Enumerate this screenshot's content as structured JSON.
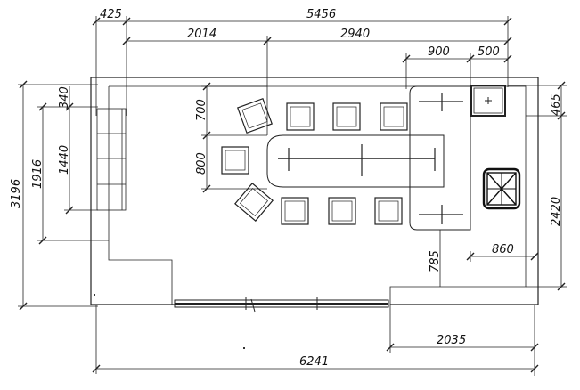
{
  "dimensions": {
    "top_425": "425",
    "top_5456": "5456",
    "top_2014": "2014",
    "top_2940": "2940",
    "top_900": "900",
    "top_500": "500",
    "left_340": "340",
    "left_1440": "1440",
    "left_1916": "1916",
    "left_3196": "3196",
    "mid_700": "700",
    "mid_800": "800",
    "right_465": "465",
    "right_2420": "2420",
    "mid_785": "785",
    "mid_860": "860",
    "bottom_2035": "2035",
    "bottom_6241": "6241"
  },
  "colors": {
    "line": "#222222",
    "background": "#ffffff"
  }
}
